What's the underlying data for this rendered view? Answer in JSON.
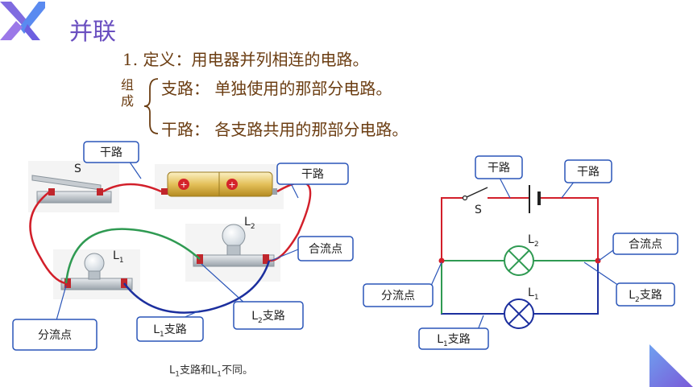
{
  "title": "并联",
  "definition": "1. 定义：用电器并列相连的电路。",
  "composition": {
    "label_chars": [
      "组",
      "成"
    ],
    "branch": "支路：  单独使用的那部分电路。",
    "trunk": "干路：  各支路共用的那部分电路。"
  },
  "photo_labels": {
    "trunk_left": "干路",
    "trunk_right": "干路",
    "switch": "S",
    "lamp2": "L",
    "lamp2_sub": "2",
    "lamp1": "L",
    "lamp1_sub": "1",
    "merge": "合流点",
    "split": "分流点",
    "l1_branch": "L",
    "l1_branch_sub": "1",
    "l1_branch_suffix": "支路",
    "l2_branch": "L",
    "l2_branch_sub": "2",
    "l2_branch_suffix": "支路"
  },
  "diagram_labels": {
    "trunk_left": "干路",
    "trunk_right": "干路",
    "switch": "S",
    "lamp2": "L",
    "lamp2_sub": "2",
    "lamp1": "L",
    "lamp1_sub": "1",
    "merge": "合流点",
    "split": "分流点",
    "l2_branch": "L",
    "l2_branch_sub": "2",
    "l2_branch_suffix": "支路",
    "l1_branch": "L",
    "l1_branch_sub": "1",
    "l1_branch_suffix": "支路"
  },
  "note": {
    "a": "L",
    "a_sub": "1",
    "b": "支路和L",
    "b_sub": "1",
    "c": "不同。"
  },
  "colors": {
    "title": "#6a4fc0",
    "text": "#6b3d12",
    "trunk_wire": "#d21f2a",
    "branch_l2_wire": "#2f9a52",
    "branch_l1_wire": "#1c2f9e",
    "callout_border": "#2a55b8",
    "callout_fill": "#ffffff"
  }
}
